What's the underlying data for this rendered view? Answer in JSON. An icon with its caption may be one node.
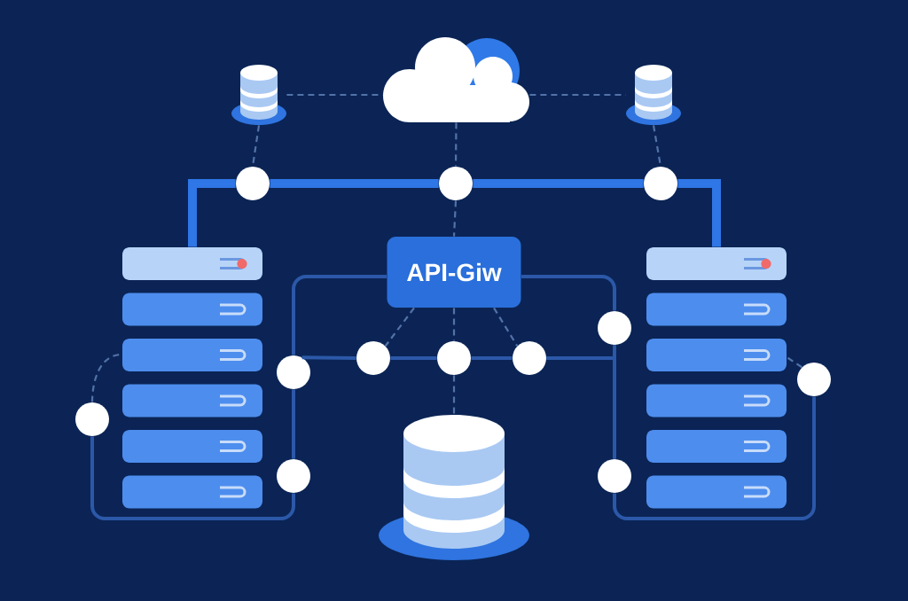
{
  "diagram": {
    "nodes": [
      {
        "text": [],
        "shape": "cylinder"
      },
      {
        "text": [],
        "shape": "cloud"
      },
      {
        "text": [],
        "shape": "cylinder"
      },
      {
        "text": [],
        "shape": "circle"
      },
      {
        "text": [],
        "shape": "circle"
      },
      {
        "text": [],
        "shape": "circle"
      },
      {
        "text": [
          "API-Giw"
        ]
      },
      {
        "text": [],
        "shape": "picture"
      },
      {
        "text": [],
        "shape": "picture"
      },
      {
        "text": [],
        "shape": "circle"
      },
      {
        "text": [],
        "shape": "circle"
      },
      {
        "text": [],
        "shape": "circle"
      },
      {
        "text": [],
        "shape": "circle"
      },
      {
        "text": [],
        "shape": "circle"
      },
      {
        "text": [],
        "shape": "circle"
      },
      {
        "text": [],
        "shape": "circle"
      },
      {
        "text": [],
        "shape": "cylinder"
      },
      {
        "text": [],
        "shape": "circle"
      },
      {
        "text": [],
        "shape": "circle"
      }
    ],
    "edges": [
      {
        "from": 0,
        "to": 1,
        "arrow": "none",
        "style": "dashed",
        "color": "#5272a8"
      },
      {
        "from": 1,
        "to": 2,
        "arrow": "none",
        "style": "dashed",
        "color": "#5272a8"
      },
      {
        "from": 0,
        "to": 3,
        "arrow": "none",
        "style": "dashed",
        "color": "#5272a8"
      },
      {
        "from": 1,
        "to": 4,
        "arrow": "none",
        "style": "dashed",
        "color": "#5272a8"
      },
      {
        "from": 2,
        "to": 5,
        "arrow": "none",
        "style": "dashed",
        "color": "#5272a8"
      },
      {
        "from": 7,
        "to": 3,
        "arrow": "none",
        "style": "thick",
        "color": "#2f76e6"
      },
      {
        "from": 3,
        "to": 4,
        "arrow": "none",
        "style": "thick",
        "color": "#2f76e6"
      },
      {
        "from": 4,
        "to": 5,
        "arrow": "none",
        "style": "thick",
        "color": "#2f76e6"
      },
      {
        "from": 5,
        "to": 8,
        "arrow": "none",
        "style": "thick",
        "color": "#2f76e6"
      },
      {
        "from": 4,
        "to": 6,
        "arrow": "none",
        "style": "dashed",
        "color": "#5272a8"
      },
      {
        "from": 6,
        "to": 13,
        "arrow": "none"
      },
      {
        "from": 6,
        "to": 9,
        "arrow": "none"
      },
      {
        "from": 6,
        "to": 10,
        "arrow": "none",
        "style": "dashed",
        "color": "#5272a8"
      },
      {
        "from": 6,
        "to": 11,
        "arrow": "none",
        "style": "dashed",
        "color": "#5272a8"
      },
      {
        "from": 6,
        "to": 12,
        "arrow": "none",
        "style": "dashed",
        "color": "#5272a8"
      },
      {
        "from": 13,
        "to": 10,
        "arrow": "none"
      },
      {
        "from": 10,
        "to": 11,
        "arrow": "none"
      },
      {
        "from": 11,
        "to": 12,
        "arrow": "none"
      },
      {
        "from": 12,
        "to": 9,
        "arrow": "none"
      },
      {
        "from": 12,
        "to": 18,
        "arrow": "none"
      },
      {
        "from": 9,
        "to": 18,
        "arrow": "none"
      },
      {
        "from": 13,
        "to": 17,
        "arrow": "none"
      },
      {
        "from": 17,
        "to": 15,
        "arrow": "none"
      },
      {
        "from": 15,
        "to": 7,
        "arrow": "none",
        "style": "dashed",
        "color": "#5272a8"
      },
      {
        "from": 18,
        "to": 14,
        "arrow": "none"
      },
      {
        "from": 14,
        "to": 8,
        "arrow": "none",
        "style": "dashed",
        "color": "#5272a8"
      },
      {
        "from": 11,
        "to": 16,
        "arrow": "none",
        "style": "dashed",
        "color": "#5272a8"
      }
    ]
  }
}
